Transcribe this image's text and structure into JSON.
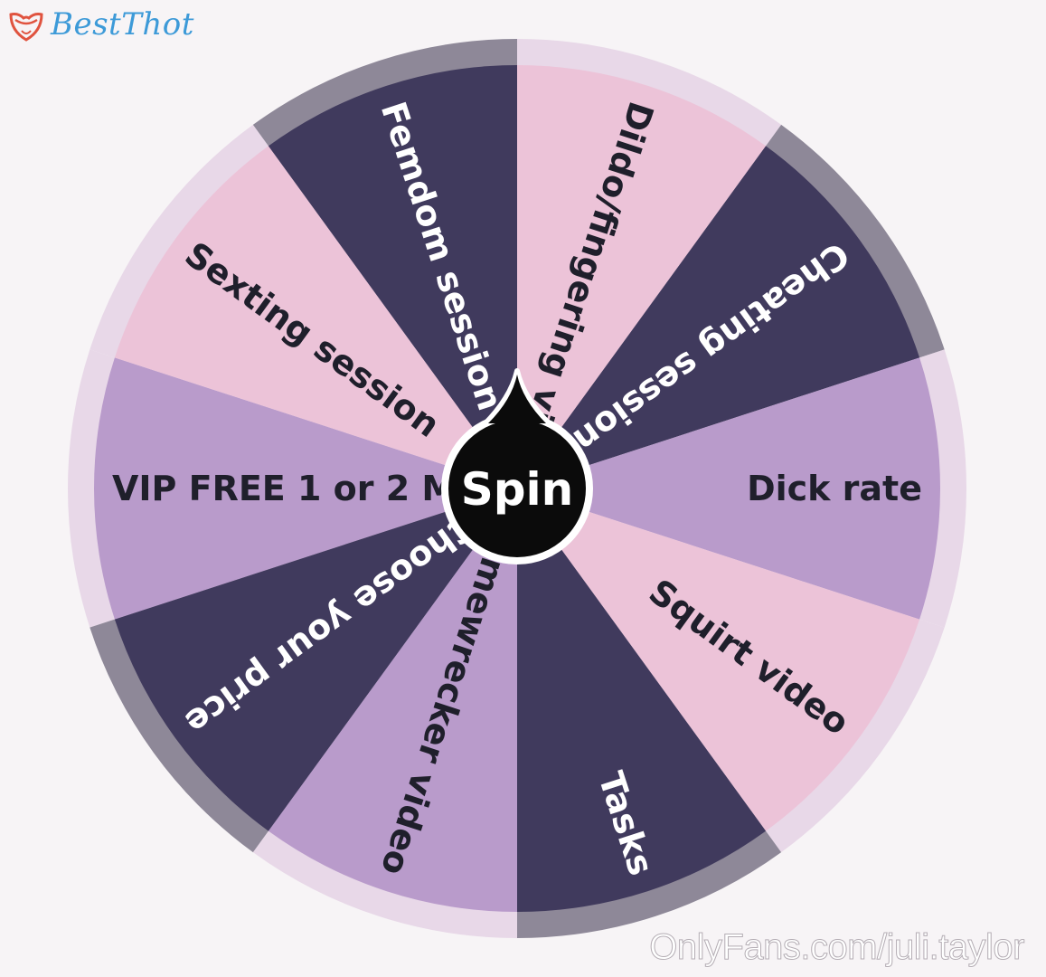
{
  "logo": {
    "text": "BestThot",
    "icon": "lips-icon",
    "color": "#3d9ad8"
  },
  "wheel": {
    "segments": [
      {
        "label": "Dick rate",
        "color": "#b99bcb",
        "text_color": "#1f1f2b",
        "upside": false
      },
      {
        "label": "Squirt video",
        "color": "#ecc3d8",
        "text_color": "#1f1f2b",
        "upside": false
      },
      {
        "label": "Tasks",
        "color": "#403a5d",
        "text_color": "#ffffff",
        "upside": false
      },
      {
        "label": "Homewrecker video",
        "color": "#ecc3d8",
        "text_color": "#1f1f2b",
        "upside": false
      },
      {
        "label": "Choose your price",
        "color": "#403a5d",
        "text_color": "#ffffff",
        "upside": false
      },
      {
        "label": "VIP FREE 1 or 2 Months",
        "color": "#b99bcb",
        "text_color": "#1f1f2b",
        "upside": true
      },
      {
        "label": "Sexting session",
        "color": "#ecc3d8",
        "text_color": "#1f1f2b",
        "upside": true
      },
      {
        "label": "Femdom session",
        "color": "#403a5d",
        "text_color": "#ffffff",
        "upside": true
      },
      {
        "label": "Dildo/fingering video",
        "color": "#b99bcb",
        "text_color": "#1f1f2b",
        "upside": true
      },
      {
        "label": "Cheating session",
        "color": "#403a5d",
        "text_color": "#ffffff",
        "upside": true
      }
    ],
    "rim_colors": [
      "#e8d8e8",
      "#e8d8e8",
      "#8e8898",
      "#e8d8e8",
      "#8e8898",
      "#e8d8e8",
      "#e8d8e8",
      "#8e8898",
      "#e8d8e8",
      "#8e8898"
    ],
    "spin_label": "Spin",
    "spin_color": "#0b0b0b"
  },
  "watermark": "OnlyFans.com/juli.taylor"
}
